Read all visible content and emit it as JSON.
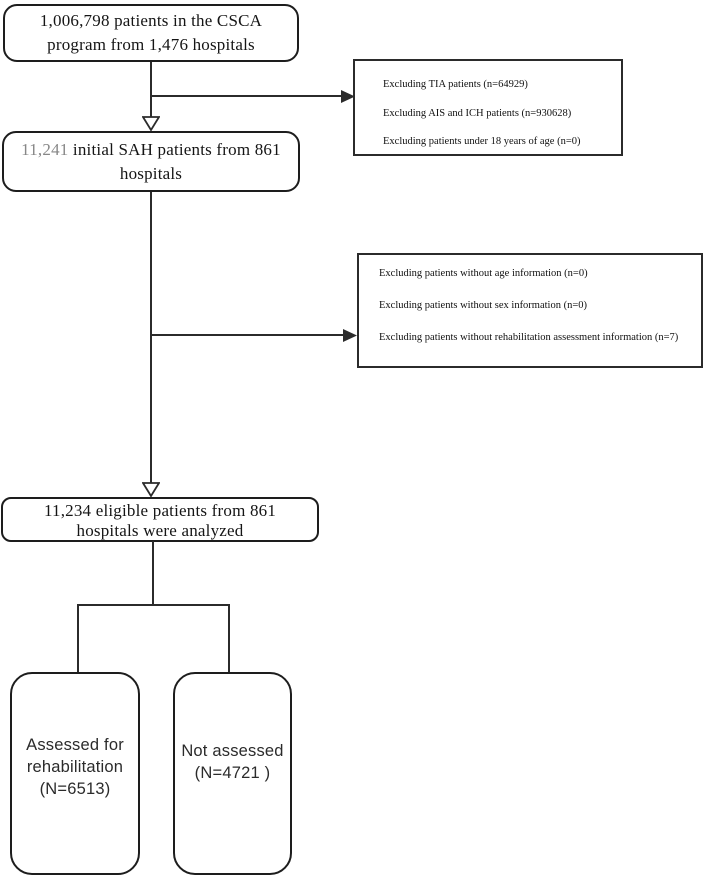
{
  "figure": {
    "type": "patient-flow-diagram",
    "box_top": {
      "line1": "1,006,798 patients in the CSCA",
      "line2": "program from 1,476 hospitals"
    },
    "box_initial": {
      "number": "11,241",
      "line1_rest": " initial SAH patients from 861",
      "line2": "hospitals"
    },
    "exclusion1": {
      "items": [
        "Excluding TIA patients (n=64929)",
        "Excluding AIS and ICH patients (n=930628)",
        "Excluding patients under 18 years of age (n=0)"
      ]
    },
    "exclusion2": {
      "items": [
        "Excluding patients without age information (n=0)",
        "Excluding patients without sex information (n=0)",
        "Excluding patients without rehabilitation assessment information (n=7)"
      ]
    },
    "box_eligible": {
      "line1": "11,234 eligible patients from 861",
      "line2": "hospitals were analyzed"
    },
    "box_assessed": {
      "line1": "Assessed for",
      "line2": "rehabilitation",
      "line3": "(N=6513)"
    },
    "box_not_assessed": {
      "line1": "Not assessed",
      "line2": "(N=4721 )"
    }
  },
  "colors": {
    "line": "#2b2b2b",
    "muted_number": "#878787"
  }
}
